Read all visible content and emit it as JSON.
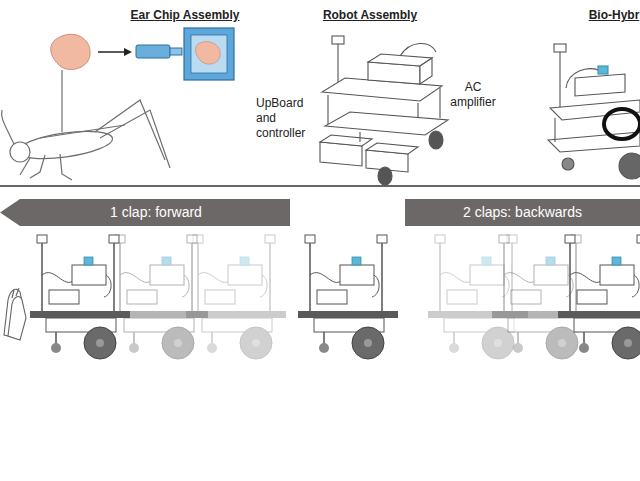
{
  "diagram": {
    "nodes": [
      {
        "text": [
          "1 clap: forward"
        ]
      },
      {
        "text": [
          "2 claps: backwards"
        ]
      }
    ],
    "labels": [
      "Ear Chip Assembly",
      "Robot Assembly",
      "Bio-Hybr",
      "AC amplifier",
      "UpBoard and controller"
    ]
  }
}
